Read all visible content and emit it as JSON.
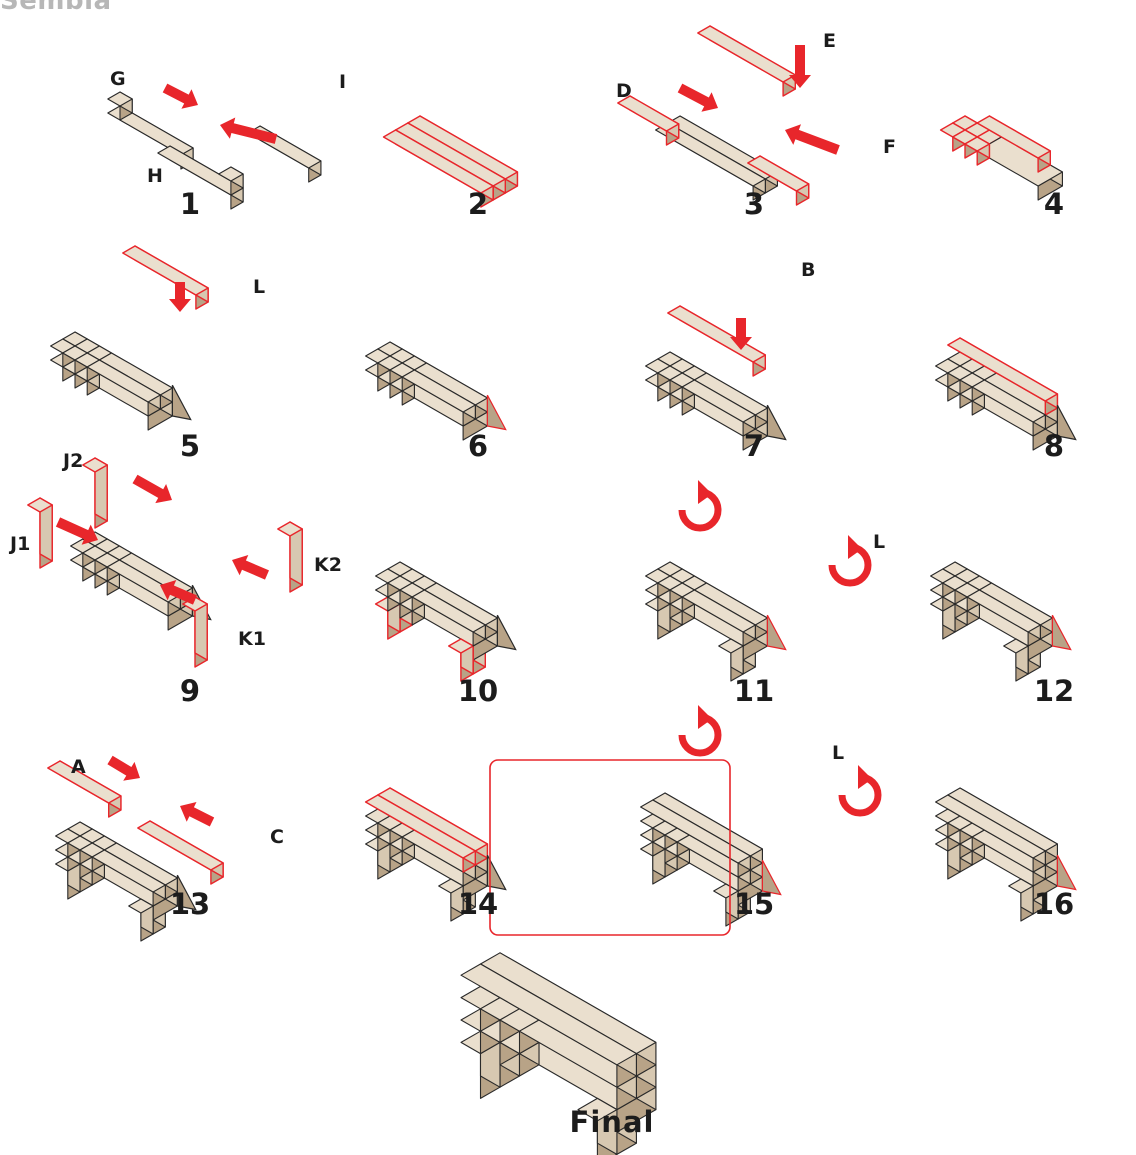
{
  "header_partial": "Sembla",
  "colors": {
    "wood_top": "#eadfce",
    "wood_front": "#d7c8b1",
    "wood_side": "#b8a387",
    "edge": "#2a2a2a",
    "highlight": "#e8262b"
  },
  "steps": [
    {
      "number": "1",
      "parts": [
        "G",
        "H",
        "I"
      ],
      "arrows": 2
    },
    {
      "number": "2",
      "parts": [],
      "arrows": 0
    },
    {
      "number": "3",
      "parts": [
        "D",
        "E",
        "F"
      ],
      "arrows": 3
    },
    {
      "number": "4",
      "parts": [],
      "arrows": 0
    },
    {
      "number": "5",
      "parts": [
        "L"
      ],
      "arrows": 1
    },
    {
      "number": "6",
      "parts": [],
      "arrows": 0
    },
    {
      "number": "7",
      "parts": [
        "B"
      ],
      "arrows": 1
    },
    {
      "number": "8",
      "parts": [],
      "arrows": 0
    },
    {
      "number": "9",
      "parts": [
        "J2",
        "J1",
        "K2",
        "K1"
      ],
      "arrows": 4
    },
    {
      "number": "10",
      "parts": [],
      "arrows": 0
    },
    {
      "number": "11",
      "parts": [
        "L"
      ],
      "arrows": 2
    },
    {
      "number": "12",
      "parts": [],
      "arrows": 0
    },
    {
      "number": "13",
      "parts": [
        "A",
        "C"
      ],
      "arrows": 2
    },
    {
      "number": "14",
      "parts": [],
      "arrows": 0
    },
    {
      "number": "15",
      "parts": [
        "L"
      ],
      "arrows": 2
    },
    {
      "number": "16",
      "parts": [],
      "arrows": 0
    }
  ],
  "final_label": "Final"
}
